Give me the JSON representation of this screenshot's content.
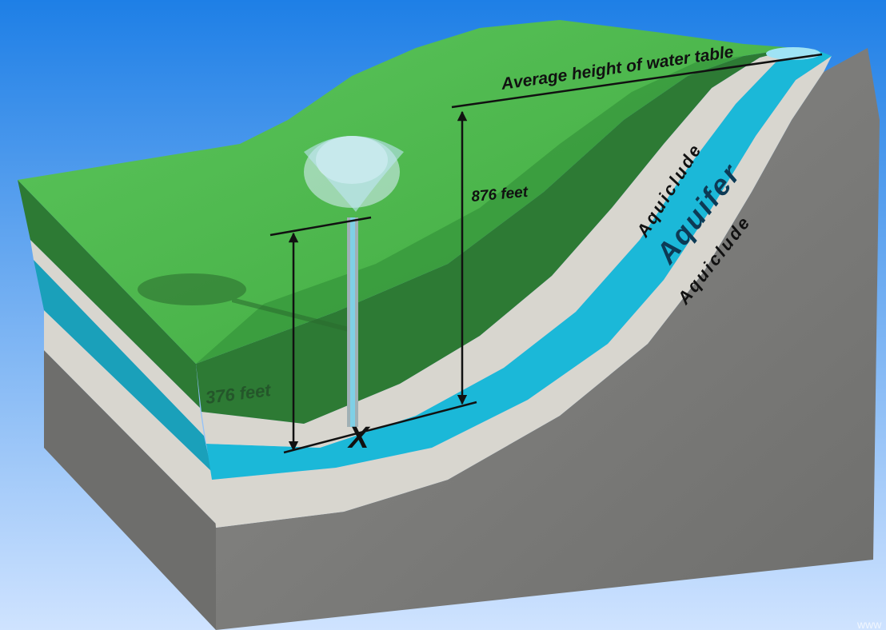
{
  "labels": {
    "water_table": "Average height of water table",
    "height_well": "876 feet",
    "height_fountain": "376 feet",
    "aquiclude_upper": "Aquiclude",
    "aquifer": "Aquifer",
    "aquiclude_lower": "Aquiclude",
    "well_point": "X",
    "watermark": "www"
  },
  "colors": {
    "sky_top": "#1e7fe6",
    "sky_bottom": "#cfe3ff",
    "grass": "#3fa83f",
    "grass_light": "#5cc65c",
    "grass_side": "#2d7a34",
    "aquifer": "#1bb8d8",
    "aquifer_side": "#1aa0ba",
    "aquiclude": "#d8d6cf",
    "rock": "#8a8a88",
    "rock_dark": "#6e6e6c",
    "line": "#111111"
  }
}
